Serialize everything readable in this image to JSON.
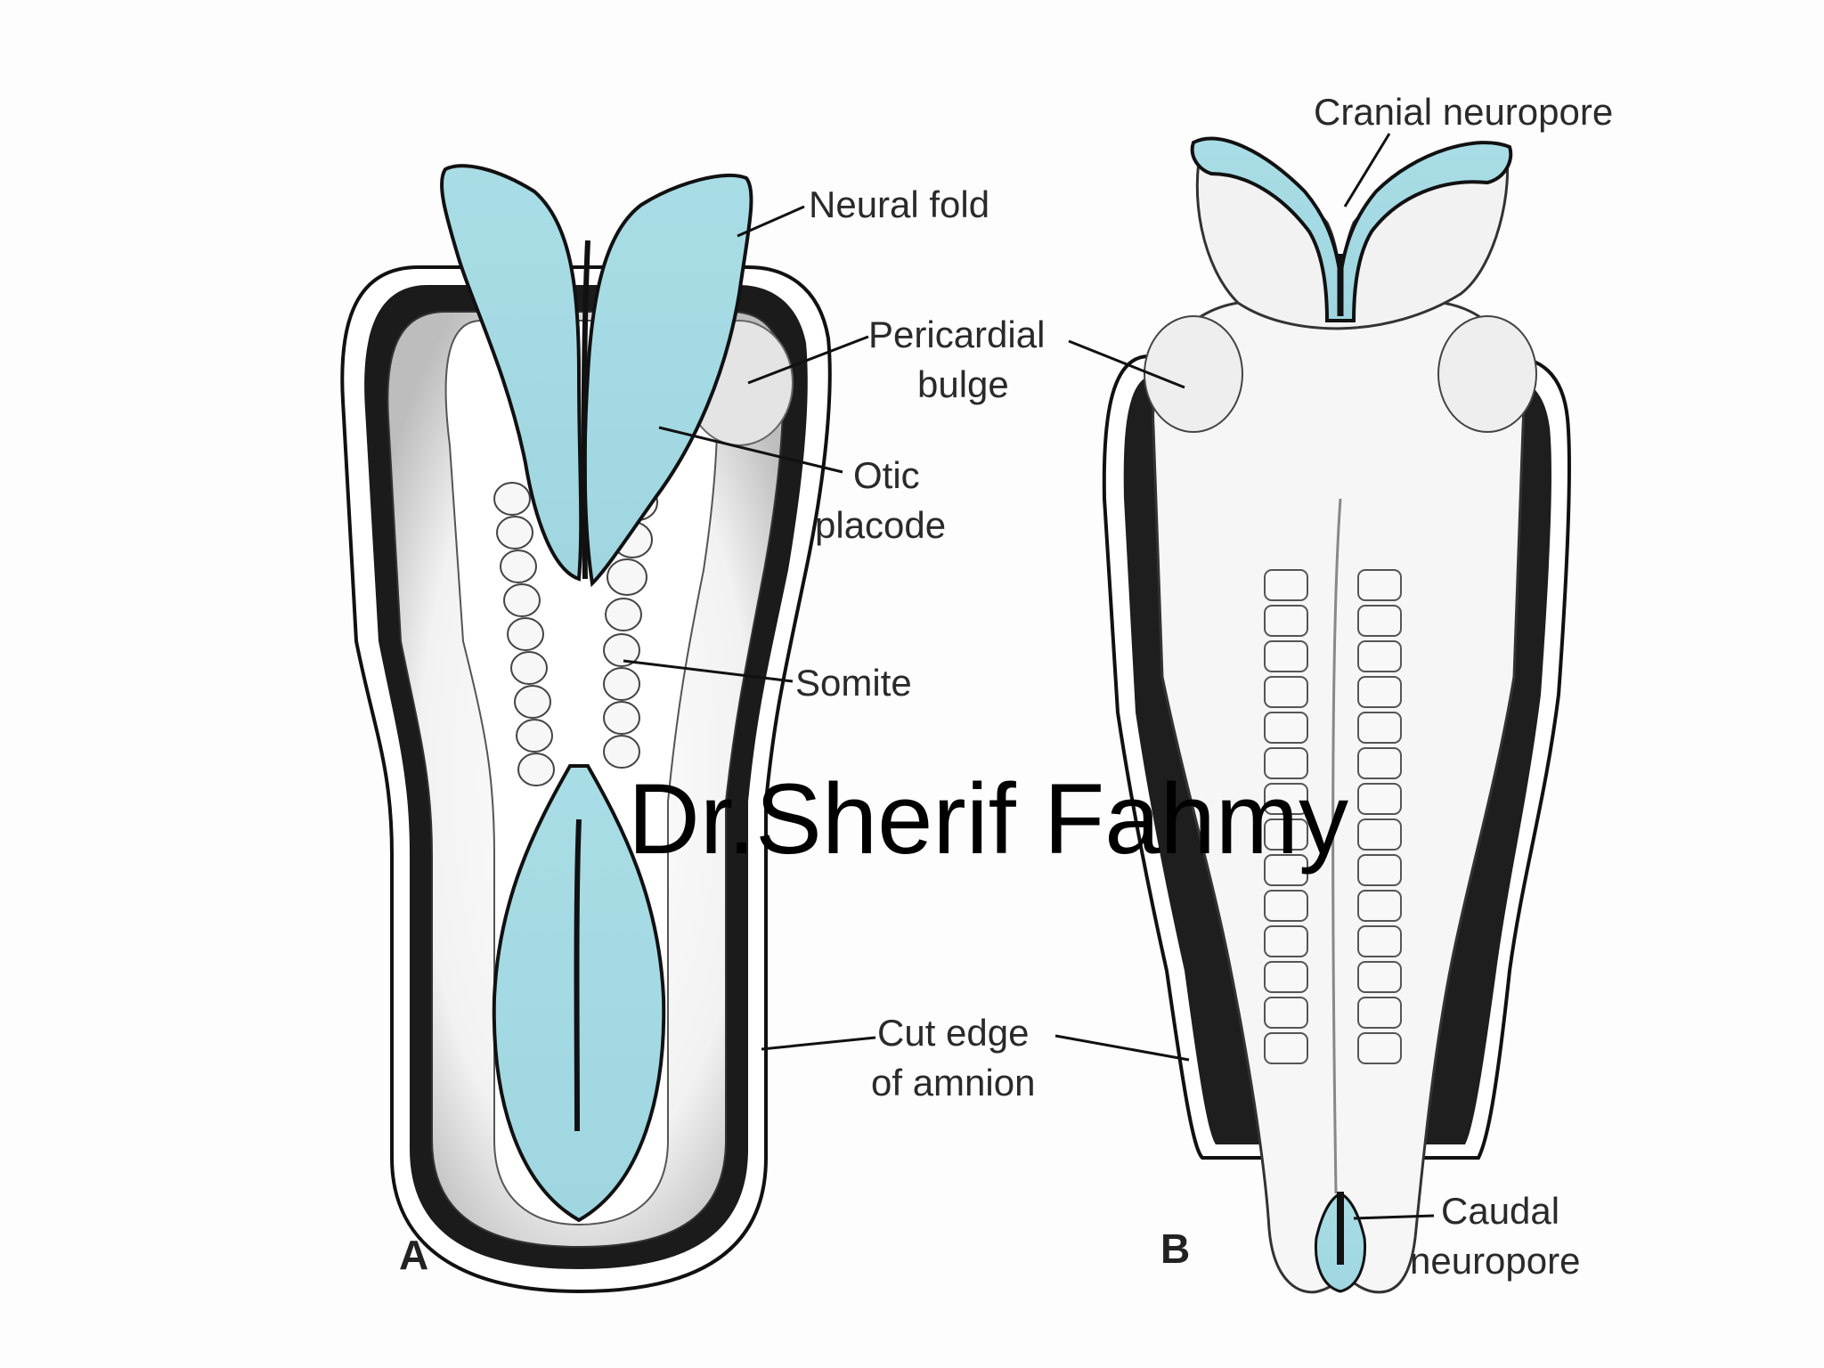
{
  "labels": {
    "neural_fold": "Neural fold",
    "pericardial_1": "Pericardial",
    "pericardial_2": "bulge",
    "otic_1": "Otic",
    "otic_2": "placode",
    "somite": "Somite",
    "cut_edge_1": "Cut edge",
    "cut_edge_2": "of amnion",
    "cranial_neuropore": "Cranial neuropore",
    "caudal_1": "Caudal",
    "caudal_2": "neuropore"
  },
  "panels": {
    "a": "A",
    "b": "B"
  },
  "watermark": "Dr.Sherif Fahmy",
  "colors": {
    "neural_tissue": "#a9dde6",
    "outline": "#111111",
    "background": "#fdfdfd"
  }
}
